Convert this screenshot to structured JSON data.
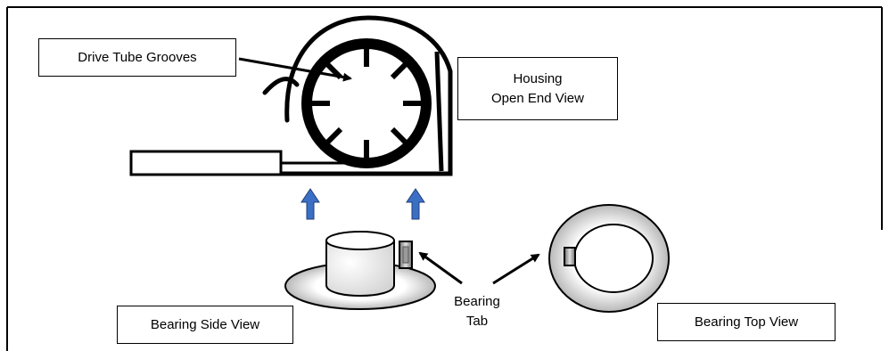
{
  "labels": {
    "drive_tube_grooves": "Drive Tube Grooves",
    "housing_line1": "Housing",
    "housing_line2": "Open End View",
    "bearing_side_view": "Bearing Side View",
    "bearing_tab_line1": "Bearing",
    "bearing_tab_line2": "Tab",
    "bearing_top_view": "Bearing Top View"
  },
  "colors": {
    "line": "#000000",
    "arrow_fill": "#3a6fc4",
    "arrow_stroke": "#1f3f7a",
    "tab_fill": "#a0a0a0"
  },
  "icons": [
    "blue-up-arrow-icon",
    "black-arrow-icon"
  ]
}
